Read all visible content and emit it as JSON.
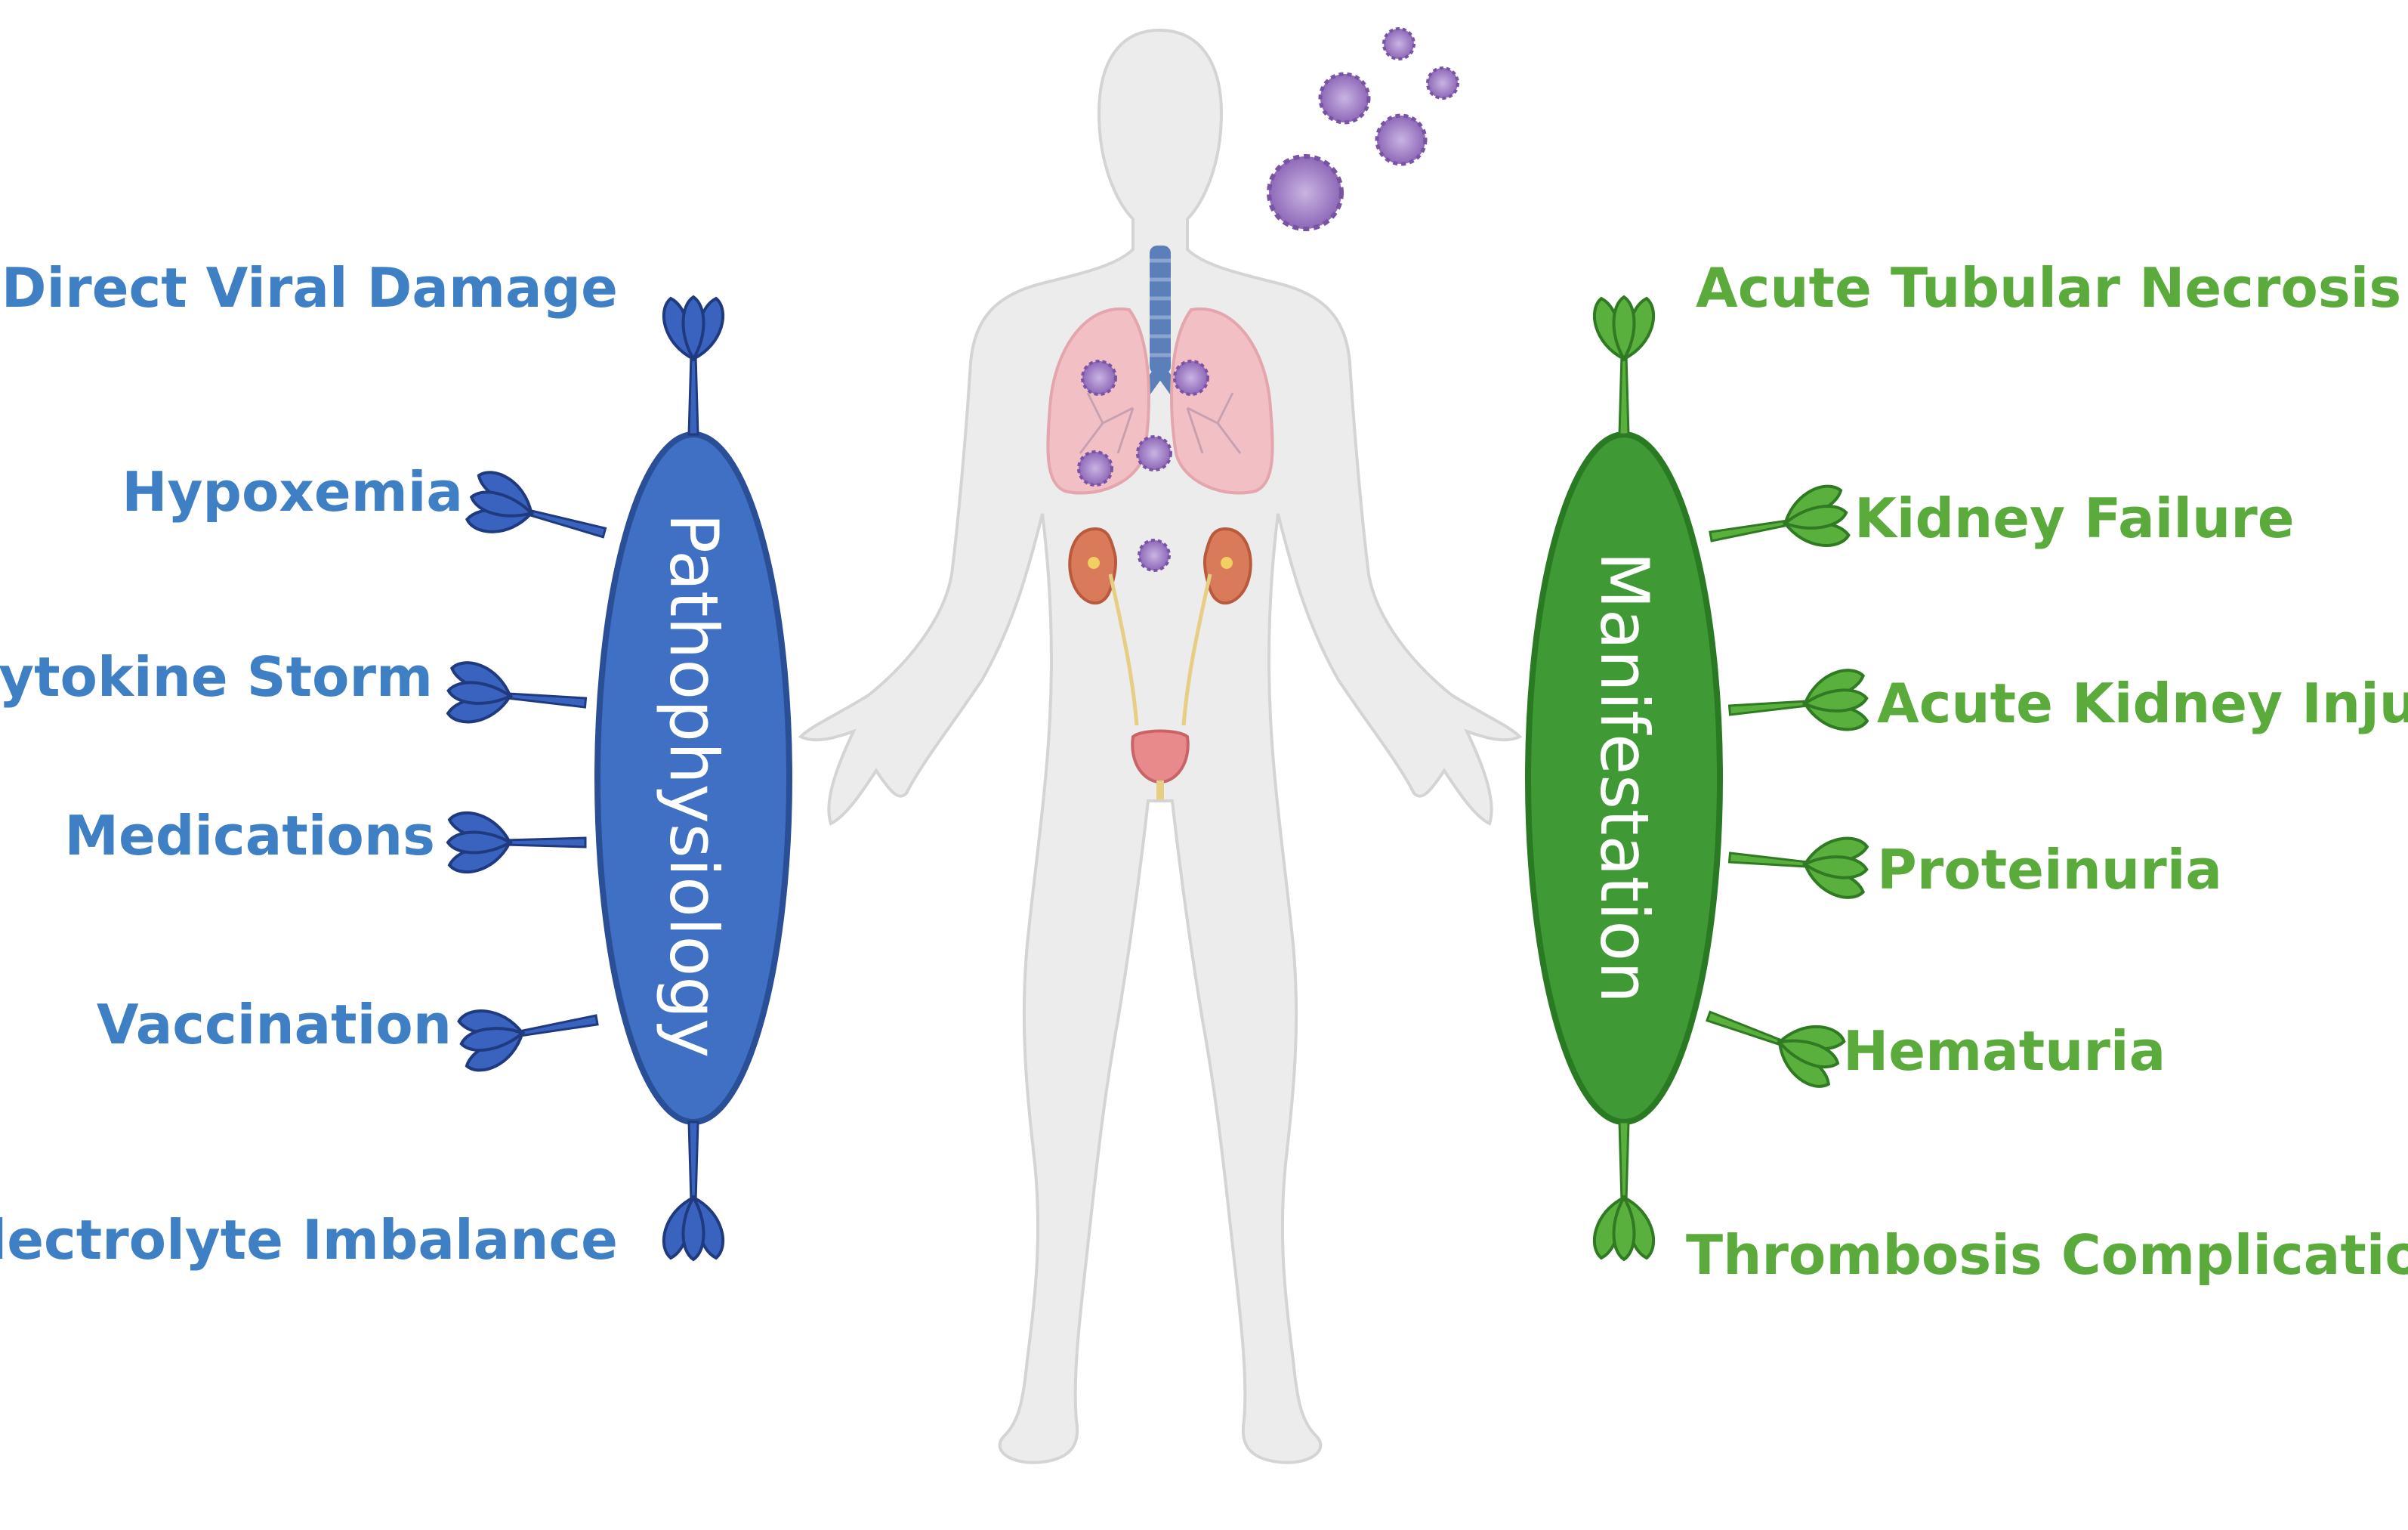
{
  "left_panel": {
    "title": "Pathophysiology",
    "color": "#3f70c4",
    "items": [
      {
        "label": "Direct Viral Damage"
      },
      {
        "label": "Hypoxemia"
      },
      {
        "label": "Cytokine Storm"
      },
      {
        "label": "Medications"
      },
      {
        "label": "Vaccination"
      },
      {
        "label": "Electrolyte Imbalance"
      }
    ]
  },
  "right_panel": {
    "title": "Manifestation",
    "color": "#3f9a35",
    "items": [
      {
        "label": "Acute Tubular Necrosis"
      },
      {
        "label": "Kidney Failure"
      },
      {
        "label": "Acute Kidney Injury"
      },
      {
        "label": "Proteinuria"
      },
      {
        "label": "Hematuria"
      },
      {
        "label": "Thrombosis Complications"
      }
    ]
  },
  "figure": {
    "body_color": "#ececec",
    "virus_color": "#8e68b8",
    "lung_color": "#f2c0c4",
    "kidney_color": "#d97a5a"
  }
}
